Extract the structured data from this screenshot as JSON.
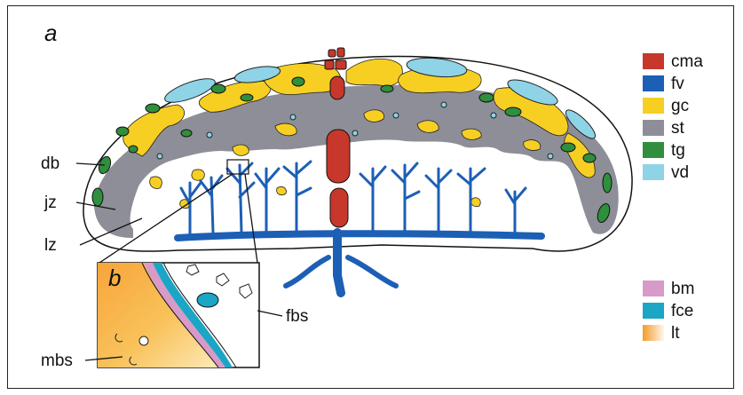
{
  "panel_a": {
    "letter": "a"
  },
  "panel_b": {
    "letter": "b"
  },
  "labels": {
    "db": "db",
    "jz": "jz",
    "lz": "lz",
    "fbs": "fbs",
    "mbs": "mbs"
  },
  "legend_top": [
    {
      "key": "cma",
      "label": "cma",
      "color": "#c8372b"
    },
    {
      "key": "fv",
      "label": "fv",
      "color": "#1c5fb5"
    },
    {
      "key": "gc",
      "label": "gc",
      "color": "#f7cf22"
    },
    {
      "key": "st",
      "label": "st",
      "color": "#8e8e98"
    },
    {
      "key": "tg",
      "label": "tg",
      "color": "#2f8f3c"
    },
    {
      "key": "vd",
      "label": "vd",
      "color": "#8ed3e6"
    }
  ],
  "legend_bottom": [
    {
      "key": "bm",
      "label": "bm",
      "color": "#d79ac9"
    },
    {
      "key": "fce",
      "label": "fce",
      "color": "#1aa6c4"
    },
    {
      "key": "lt",
      "label": "lt",
      "color": "#f39a2a"
    }
  ]
}
